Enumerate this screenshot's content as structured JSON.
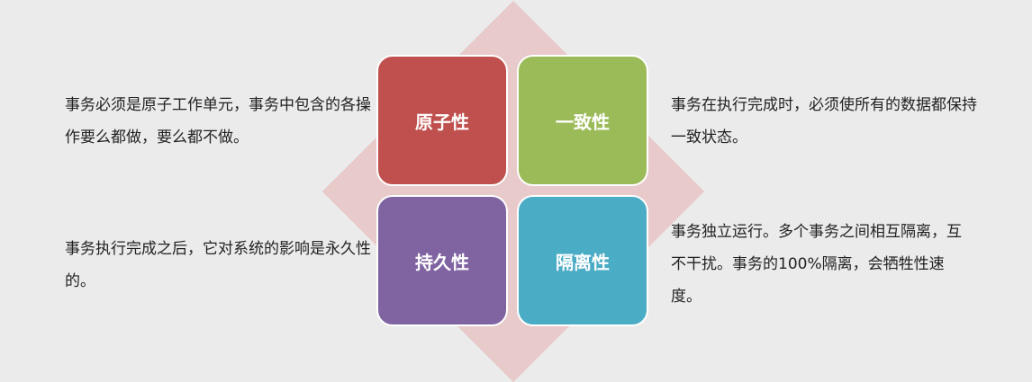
{
  "colors": {
    "background": "#ebebeb",
    "diamond": "#e8caca",
    "atomicity": "#c0504d",
    "consistency": "#9bbb59",
    "durability": "#8064a2",
    "isolation": "#4bacc6"
  },
  "quadrants": {
    "atomicity": {
      "label": "原子性",
      "description": "事务必须是原子工作单元，事务中包含的各操作要么都做，要么都不做。"
    },
    "consistency": {
      "label": "一致性",
      "description": "事务在执行完成时，必须使所有的数据都保持一致状态。"
    },
    "durability": {
      "label": "持久性",
      "description": "事务执行完成之后，它对系统的影响是永久性的。"
    },
    "isolation": {
      "label": "隔离性",
      "description": "事务独立运行。多个事务之间相互隔离，互不干扰。事务的100%隔离，会牺牲性速度。"
    }
  }
}
